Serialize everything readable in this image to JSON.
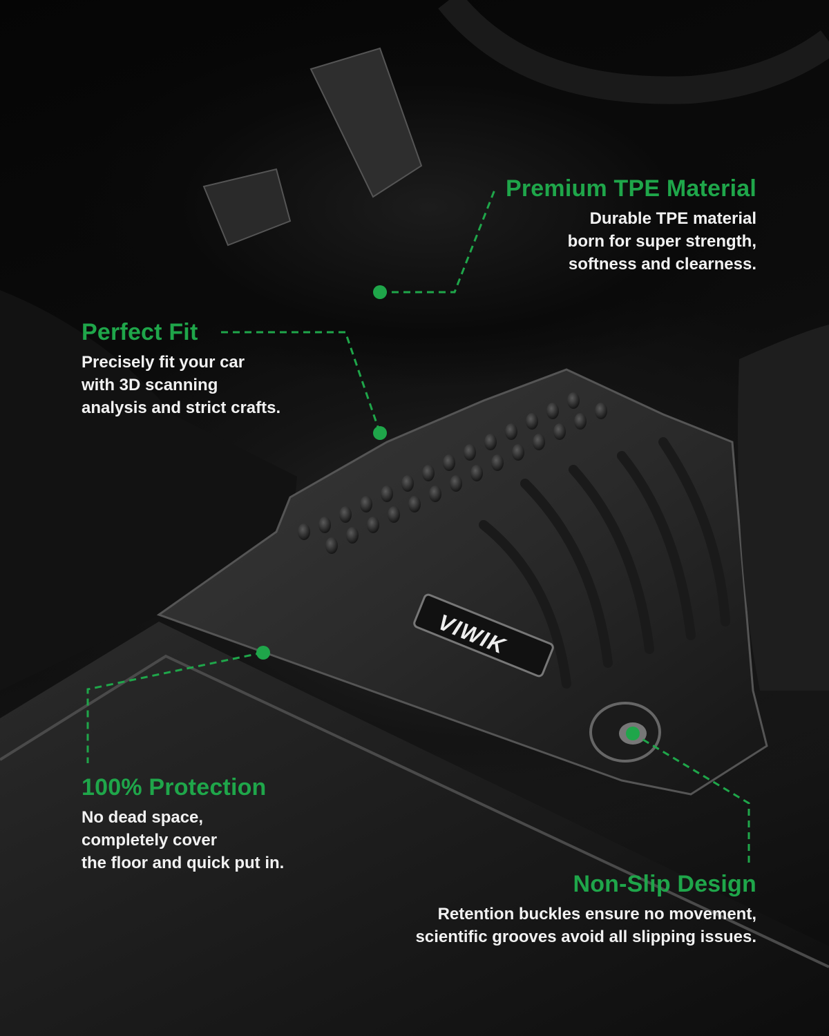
{
  "brand": {
    "logo_text": "VIWIK"
  },
  "accent_color": "#1fa64a",
  "callouts": {
    "premium": {
      "title": "Premium TPE Material",
      "lines": [
        "Durable TPE material",
        "born for super strength,",
        "softness and clearness."
      ]
    },
    "fit": {
      "title": "Perfect Fit",
      "lines": [
        "Precisely fit your car",
        "with 3D scanning",
        "analysis and strict crafts."
      ]
    },
    "protection": {
      "title": "100% Protection",
      "lines": [
        "No dead space,",
        "completely cover",
        "the floor and quick put in."
      ]
    },
    "nonslip": {
      "title": "Non-Slip Design",
      "lines": [
        "Retention buckles ensure no movement,",
        "scientific grooves avoid all slipping issues."
      ]
    }
  }
}
